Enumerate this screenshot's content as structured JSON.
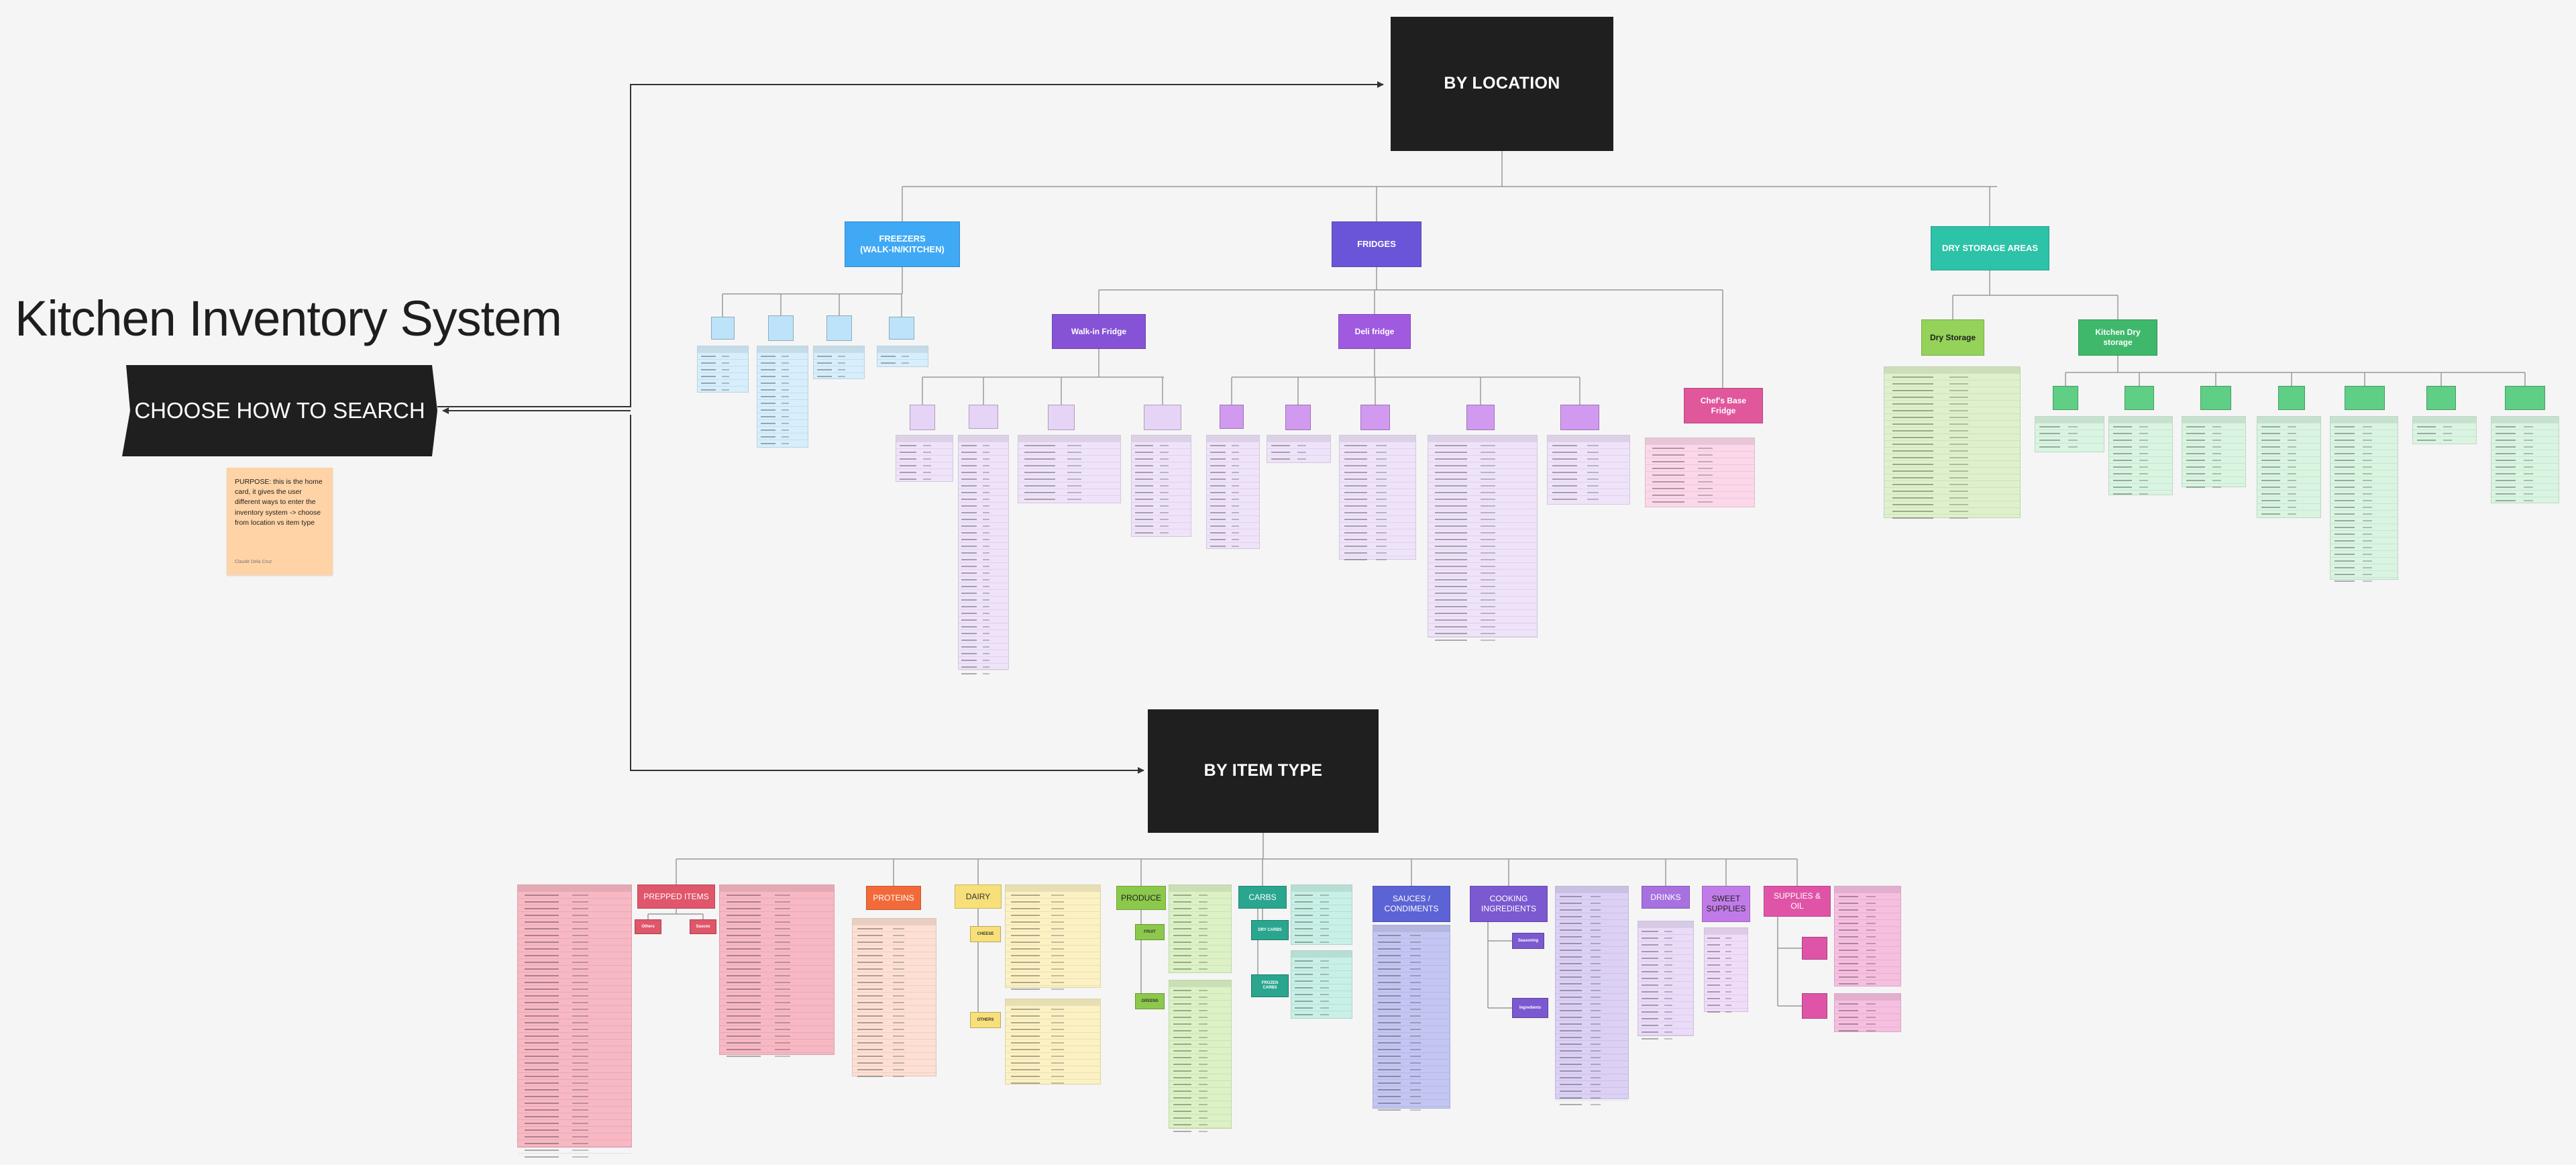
{
  "title": "Kitchen Inventory System",
  "choose_label": "CHOOSE HOW TO SEARCH",
  "note": {
    "text": "PURPOSE: this is the home card, it gives the user different ways to enter the inventory system -> choose from location vs item type",
    "author": "Claude Dela Cruz"
  },
  "location": {
    "label": "BY LOCATION",
    "freezers": {
      "label": "FREEZERS\n(WALK-IN/KITCHEN)"
    },
    "fridges": {
      "label": "FRIDGES"
    },
    "dry_storage_areas": {
      "label": "DRY STORAGE AREAS"
    },
    "walk_in_fridge": {
      "label": "Walk-in Fridge"
    },
    "deli_fridge": {
      "label": "Deli fridge"
    },
    "chefs_base_fridge": {
      "label": "Chef's Base\nFridge"
    },
    "dry_storage": {
      "label": "Dry Storage"
    },
    "kitchen_dry_storage": {
      "label": "Kitchen Dry\nstorage"
    }
  },
  "item_type": {
    "label": "BY ITEM TYPE",
    "categories": {
      "prepped": "PREPPED ITEMS",
      "proteins": "PROTEINS",
      "dairy": "DAIRY",
      "produce": "PRODUCE",
      "carbs": "CARBS",
      "sauces": "SAUCES /\nCONDIMENTS",
      "cooking": "COOKING\nINGREDIENTS",
      "drinks": "DRINKS",
      "sweet": "SWEET\nSUPPLIES",
      "supplies": "SUPPLIES &\nOIL"
    },
    "subs": {
      "others": "Others",
      "sauces": "Sauces",
      "cheese": "CHEESE",
      "others2": "OTHERS",
      "fruit": "FRUIT",
      "greens": "GREENS",
      "dry_carbs": "DRY CARBS",
      "frozen_carbs": "FROZEN\nCARBS",
      "seasoning": "Seasoning",
      "ingredients": "Ingredients"
    }
  },
  "colors": {
    "dark": "#1f1f1f",
    "freezer": "#3fa9f5",
    "freezer_light": "#bde3fb",
    "fridge": "#6a55d8",
    "fridge_mid": "#a06be0",
    "fridge_light": "#e6d4f7",
    "chefs_base": "#e0579c",
    "dry_area": "#2cc3a8",
    "dry_storage": "#94d25a",
    "kitchen_dry": "#3fb86b",
    "kitchen_light": "#c9f2d4",
    "prepped": "#e0566a",
    "proteins": "#f26a3a",
    "dairy": "#f7e07a",
    "produce": "#8cc84b",
    "carbs": "#2aa68e",
    "sauces": "#5c63d4",
    "cooking": "#7b59d0",
    "drinks": "#a771e0",
    "sweet": "#c17be8",
    "supplies": "#e054a8",
    "note": "#ffd3a6"
  }
}
